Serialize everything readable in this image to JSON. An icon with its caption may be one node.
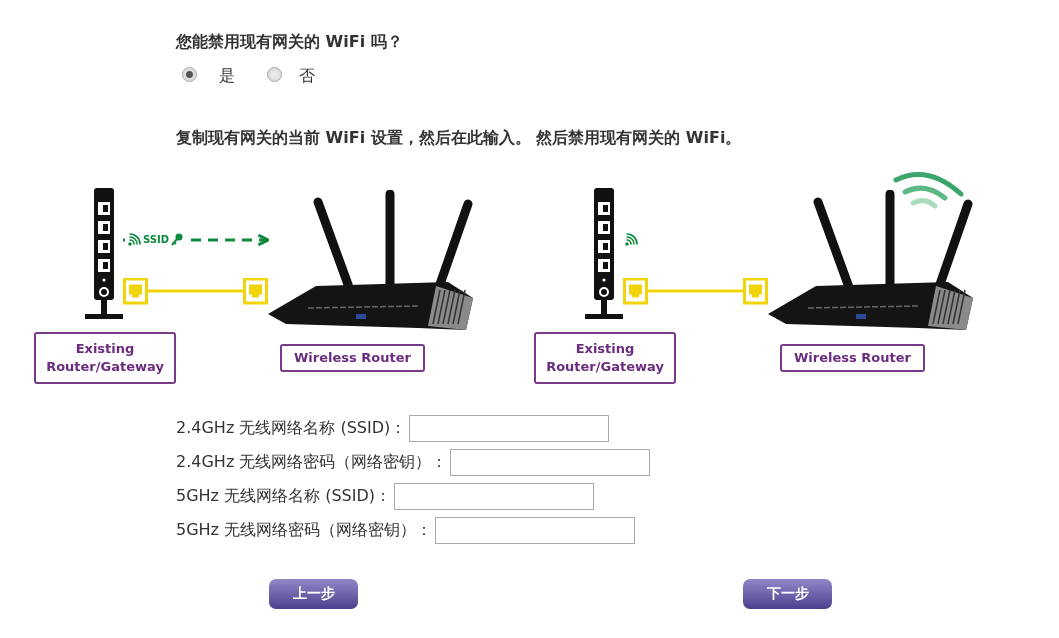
{
  "diagram": {
    "title": "您能禁用现有网关的 WiFi 吗？",
    "nodes": [
      {
        "text": [],
        "shape": "picture"
      },
      {
        "text": [],
        "shape": "picture"
      },
      {
        "text": [
          "Existing Router/Gateway"
        ]
      },
      {
        "text": [
          "Wireless Router"
        ]
      },
      {
        "text": [],
        "shape": "picture"
      },
      {
        "text": [],
        "shape": "picture"
      },
      {
        "text": [
          "Existing Router/Gateway"
        ]
      },
      {
        "text": [
          "Wireless Router"
        ]
      }
    ],
    "edges": [
      {
        "from": 0,
        "to": 1,
        "arrow": "to",
        "label": "SSID",
        "style": "dashed",
        "color": "#0b8a3e"
      },
      {
        "from": 0,
        "to": 1,
        "arrow": "other"
      },
      {
        "from": 4,
        "to": 5,
        "arrow": "other"
      }
    ],
    "labels": [
      "是",
      "否",
      "复制现有网关的当前 WiFi 设置，然后在此输入。 然后禁用现有网关的 WiFi。",
      "2.4GHz 无线网络名称 (SSID)：",
      "2.4GHz 无线网络密码（网络密钥）：",
      "5GHz 无线网络名称 (SSID)：",
      "5GHz 无线网络密码（网络密钥）：",
      "上一步",
      "下一步"
    ]
  }
}
